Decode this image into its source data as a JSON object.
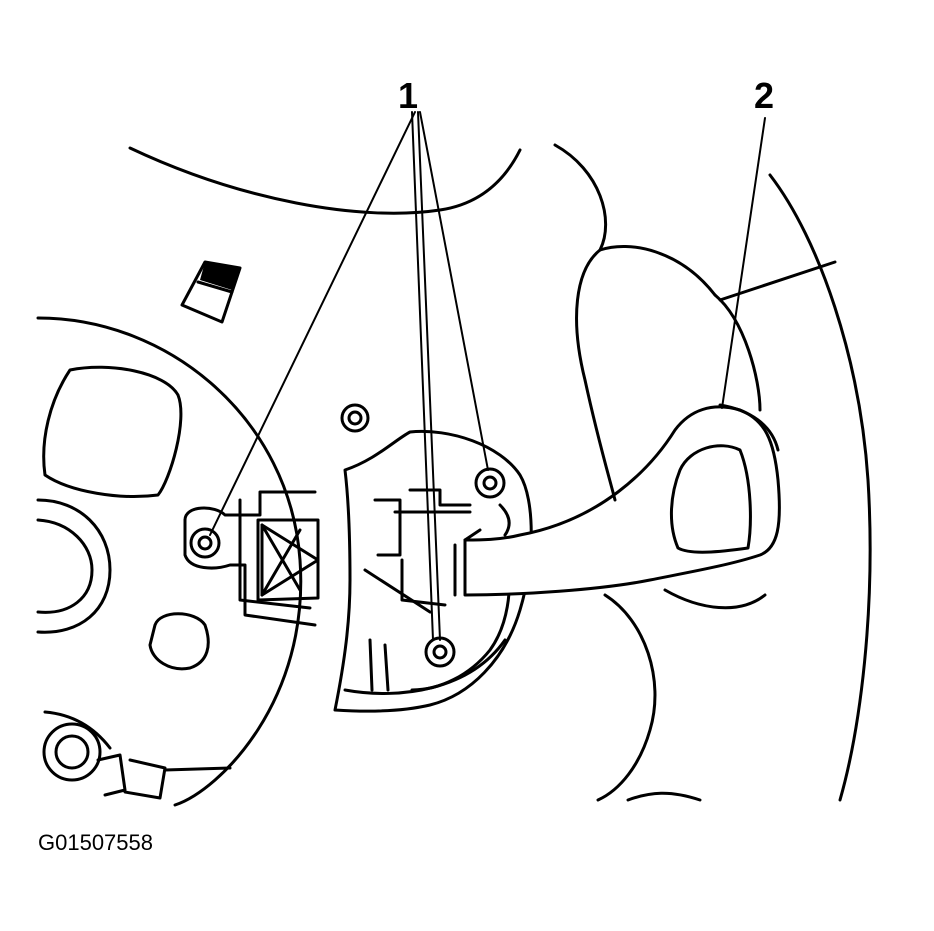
{
  "callouts": [
    {
      "id": "1",
      "label": "1"
    },
    {
      "id": "2",
      "label": "2"
    }
  ],
  "figure_code": "G01507558",
  "colors": {
    "ink": "#000000",
    "paper": "#ffffff"
  }
}
